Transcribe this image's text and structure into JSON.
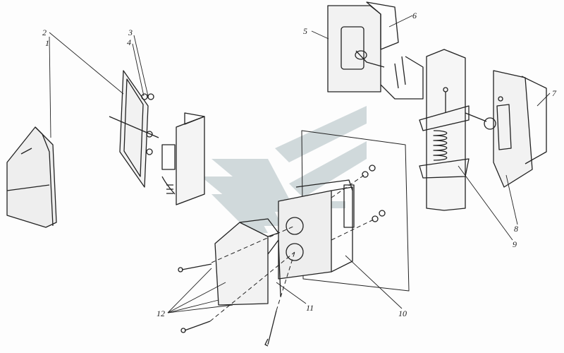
{
  "diagram": {
    "callouts": [
      "1",
      "2",
      "3",
      "4",
      "5",
      "6",
      "7",
      "8",
      "9",
      "10",
      "11",
      "12"
    ]
  },
  "colors": {
    "ink": "#222222",
    "watermark": "#c9d3d6"
  },
  "icons": {
    "watermark": "chevron-logo-watermark"
  }
}
